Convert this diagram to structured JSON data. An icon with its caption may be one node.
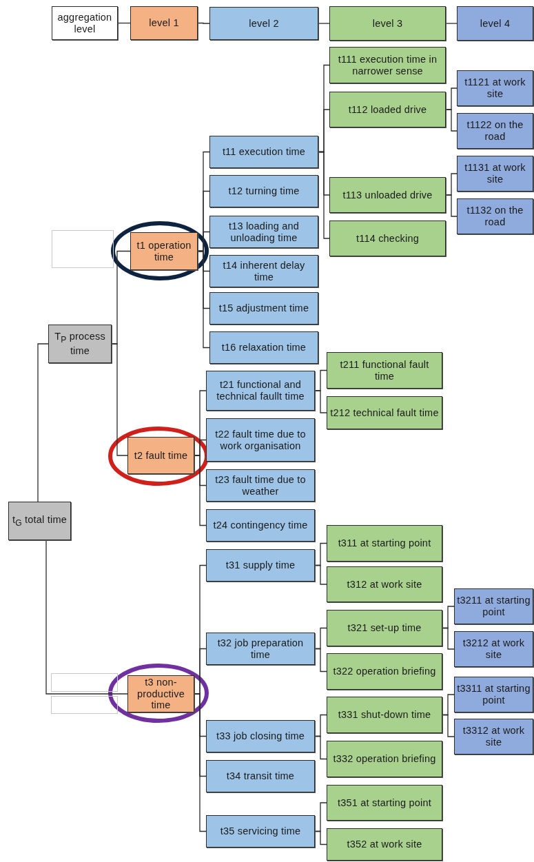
{
  "diagram": {
    "nodes": [
      {
        "text": [
          "aggregation level"
        ]
      },
      {
        "text": [
          "level 1"
        ]
      },
      {
        "text": [
          "level 2"
        ]
      },
      {
        "text": [
          "level 3"
        ]
      },
      {
        "text": [
          "level 4"
        ]
      },
      {
        "text": [
          "t111 execution time in narrower sense"
        ]
      },
      {
        "text": [
          "t112 loaded drive"
        ]
      },
      {
        "text": [
          "t1121 at work site"
        ]
      },
      {
        "text": [
          "t1122 on the road"
        ]
      },
      {
        "text": [
          "t11 execution time"
        ]
      },
      {
        "text": [
          "t12 turning time"
        ]
      },
      {
        "text": [
          "t113 unloaded drive"
        ]
      },
      {
        "text": [
          "t1131 at work site"
        ]
      },
      {
        "text": [
          "t1132 on the road"
        ]
      },
      {
        "text": [
          "t13 loading and unloading time"
        ]
      },
      {
        "text": [
          "t114 checking"
        ]
      },
      {
        "text": [],
        "shape": "box"
      },
      {
        "text": [
          "t1 operation time"
        ]
      },
      {
        "text": [
          "t14 inherent delay time"
        ]
      },
      {
        "text": [
          "t15 adjustment time"
        ]
      },
      {
        "text": [
          "T$_{P}$ process time"
        ]
      },
      {
        "text": [
          "t16 relaxation time"
        ]
      },
      {
        "text": [
          "t211 functional fault time"
        ]
      },
      {
        "text": [
          "t21 functional and technical faullt time"
        ]
      },
      {
        "text": [
          "t212 technical fault time"
        ]
      },
      {
        "text": [
          "t22 fault time due to work organisation"
        ]
      },
      {
        "text": [
          "t2 fault time"
        ]
      },
      {
        "text": [
          "t23 fault time due to weather"
        ]
      },
      {
        "text": [
          "t$_{G}$ total time"
        ]
      },
      {
        "text": [
          "t24 contingency time"
        ]
      },
      {
        "text": [
          "t311 at starting point"
        ]
      },
      {
        "text": [
          "t31 supply time"
        ]
      },
      {
        "text": [
          "t312 at work site"
        ]
      },
      {
        "text": [
          "t3211 at starting point"
        ]
      },
      {
        "text": [
          "t321 set-up time"
        ]
      },
      {
        "text": [
          "t32 job preparation time"
        ]
      },
      {
        "text": [
          "t3212 at work site"
        ]
      },
      {
        "text": [
          "t322 operation briefing"
        ]
      },
      {
        "text": [],
        "shape": "box"
      },
      {
        "text": [
          "t3 non-productive time"
        ]
      },
      {
        "text": [
          "t3311 at starting point"
        ]
      },
      {
        "text": [
          "t331 shut-down time"
        ]
      },
      {
        "text": [
          "t33 job closing time"
        ]
      },
      {
        "text": [
          "t3312 at work site"
        ]
      },
      {
        "text": [
          "t332 operation briefing"
        ]
      },
      {
        "text": [
          "t34 transit time"
        ]
      },
      {
        "text": [
          "t351 at starting point"
        ]
      },
      {
        "text": [
          "t35 servicing time"
        ]
      },
      {
        "text": [
          "t352 at work site"
        ]
      },
      {
        "text": [],
        "shape": "box"
      }
    ],
    "edges": [
      {
        "from": 0,
        "to": 1,
        "arrow": "none"
      },
      {
        "from": 1,
        "to": 2,
        "arrow": "none"
      },
      {
        "from": 2,
        "to": 3,
        "arrow": "none"
      },
      {
        "from": 3,
        "to": 4,
        "arrow": "none"
      },
      {
        "from": 28,
        "to": 20,
        "arrow": "none"
      },
      {
        "from": 28,
        "to": 39,
        "arrow": "none"
      },
      {
        "from": 20,
        "to": 17,
        "arrow": "none"
      },
      {
        "from": 20,
        "to": 26,
        "arrow": "none"
      },
      {
        "from": 17,
        "to": 9,
        "arrow": "none"
      },
      {
        "from": 17,
        "to": 10,
        "arrow": "none"
      },
      {
        "from": 17,
        "to": 14,
        "arrow": "none"
      },
      {
        "from": 17,
        "to": 18,
        "arrow": "none"
      },
      {
        "from": 17,
        "to": 19,
        "arrow": "none"
      },
      {
        "from": 17,
        "to": 21,
        "arrow": "none"
      },
      {
        "from": 26,
        "to": 23,
        "arrow": "none"
      },
      {
        "from": 26,
        "to": 25,
        "arrow": "none"
      },
      {
        "from": 26,
        "to": 27,
        "arrow": "none"
      },
      {
        "from": 26,
        "to": 29,
        "arrow": "none"
      },
      {
        "from": 39,
        "to": 31,
        "arrow": "none"
      },
      {
        "from": 39,
        "to": 35,
        "arrow": "none"
      },
      {
        "from": 39,
        "to": 42,
        "arrow": "none"
      },
      {
        "from": 39,
        "to": 45,
        "arrow": "none"
      },
      {
        "from": 39,
        "to": 47,
        "arrow": "none"
      },
      {
        "from": 9,
        "to": 5,
        "arrow": "none"
      },
      {
        "from": 9,
        "to": 6,
        "arrow": "none"
      },
      {
        "from": 9,
        "to": 11,
        "arrow": "none"
      },
      {
        "from": 9,
        "to": 15,
        "arrow": "none"
      },
      {
        "from": 6,
        "to": 7,
        "arrow": "none"
      },
      {
        "from": 6,
        "to": 8,
        "arrow": "none"
      },
      {
        "from": 11,
        "to": 12,
        "arrow": "none"
      },
      {
        "from": 11,
        "to": 13,
        "arrow": "none"
      },
      {
        "from": 23,
        "to": 22,
        "arrow": "none"
      },
      {
        "from": 23,
        "to": 24,
        "arrow": "none"
      },
      {
        "from": 31,
        "to": 30,
        "arrow": "none"
      },
      {
        "from": 31,
        "to": 32,
        "arrow": "none"
      },
      {
        "from": 35,
        "to": 34,
        "arrow": "none"
      },
      {
        "from": 35,
        "to": 37,
        "arrow": "none"
      },
      {
        "from": 34,
        "to": 33,
        "arrow": "none"
      },
      {
        "from": 34,
        "to": 36,
        "arrow": "none"
      },
      {
        "from": 42,
        "to": 41,
        "arrow": "none"
      },
      {
        "from": 42,
        "to": 44,
        "arrow": "none"
      },
      {
        "from": 41,
        "to": 40,
        "arrow": "none"
      },
      {
        "from": 41,
        "to": 43,
        "arrow": "none"
      },
      {
        "from": 47,
        "to": 46,
        "arrow": "none"
      },
      {
        "from": 47,
        "to": 48,
        "arrow": "none"
      }
    ]
  }
}
